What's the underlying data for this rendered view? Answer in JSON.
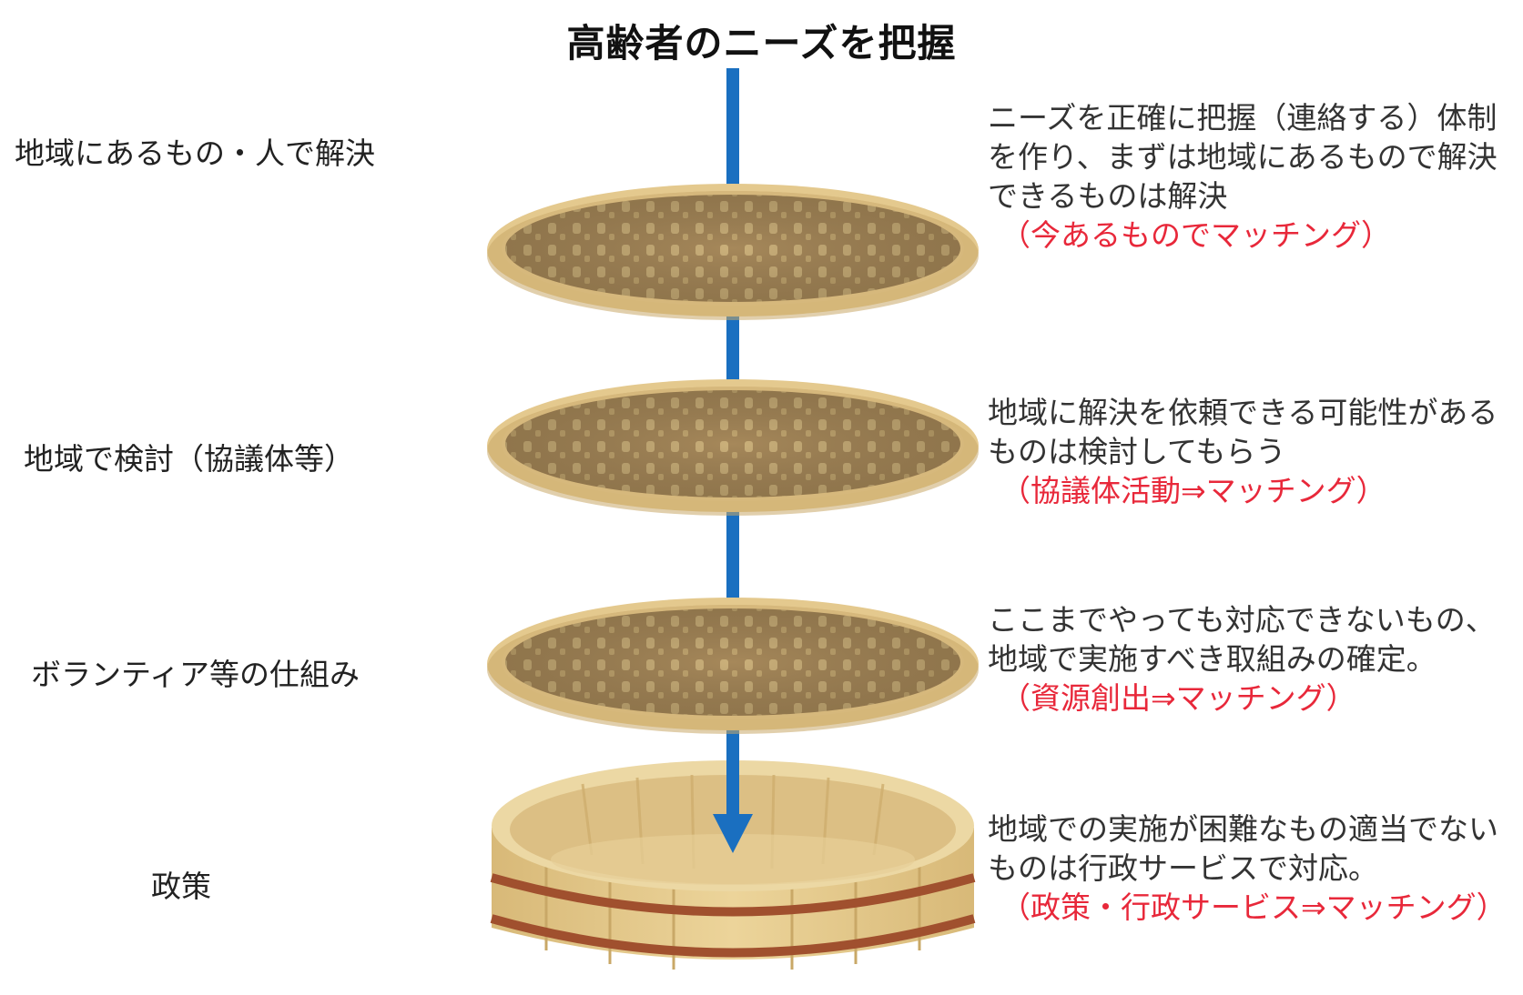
{
  "title": "高齢者のニーズを把握",
  "colors": {
    "arrow": "#1a6fc0",
    "accent_text": "#e8283a",
    "sieve_rim": "#e4c98e",
    "sieve_mesh": "#a6885a",
    "tub_wood": "#e6cb8e",
    "tub_hoop": "#a0502e"
  },
  "stages": [
    {
      "left_label": "地域にあるもの・人で解決",
      "desc_lines": [
        "ニーズを正確に把握（連絡する）体制",
        "を作り、まずは地域にあるもので解決",
        "できるものは解決"
      ],
      "accent": "（今あるものでマッチング）",
      "icon": "sieve-icon"
    },
    {
      "left_label": "地域で検討（協議体等）",
      "desc_lines": [
        "地域に解決を依頼できる可能性がある",
        "ものは検討してもらう"
      ],
      "accent": "（協議体活動⇒マッチング）",
      "icon": "sieve-icon"
    },
    {
      "left_label": "ボランティア等の仕組み",
      "desc_lines": [
        "ここまでやっても対応できないもの、",
        "地域で実施すべき取組みの確定。"
      ],
      "accent": "（資源創出⇒マッチング）",
      "icon": "sieve-icon"
    },
    {
      "left_label": "政策",
      "desc_lines": [
        "地域での実施が困難なもの適当でない",
        "ものは行政サービスで対応。"
      ],
      "accent": "（政策・行政サービス⇒マッチング）",
      "icon": "tub-icon"
    }
  ]
}
